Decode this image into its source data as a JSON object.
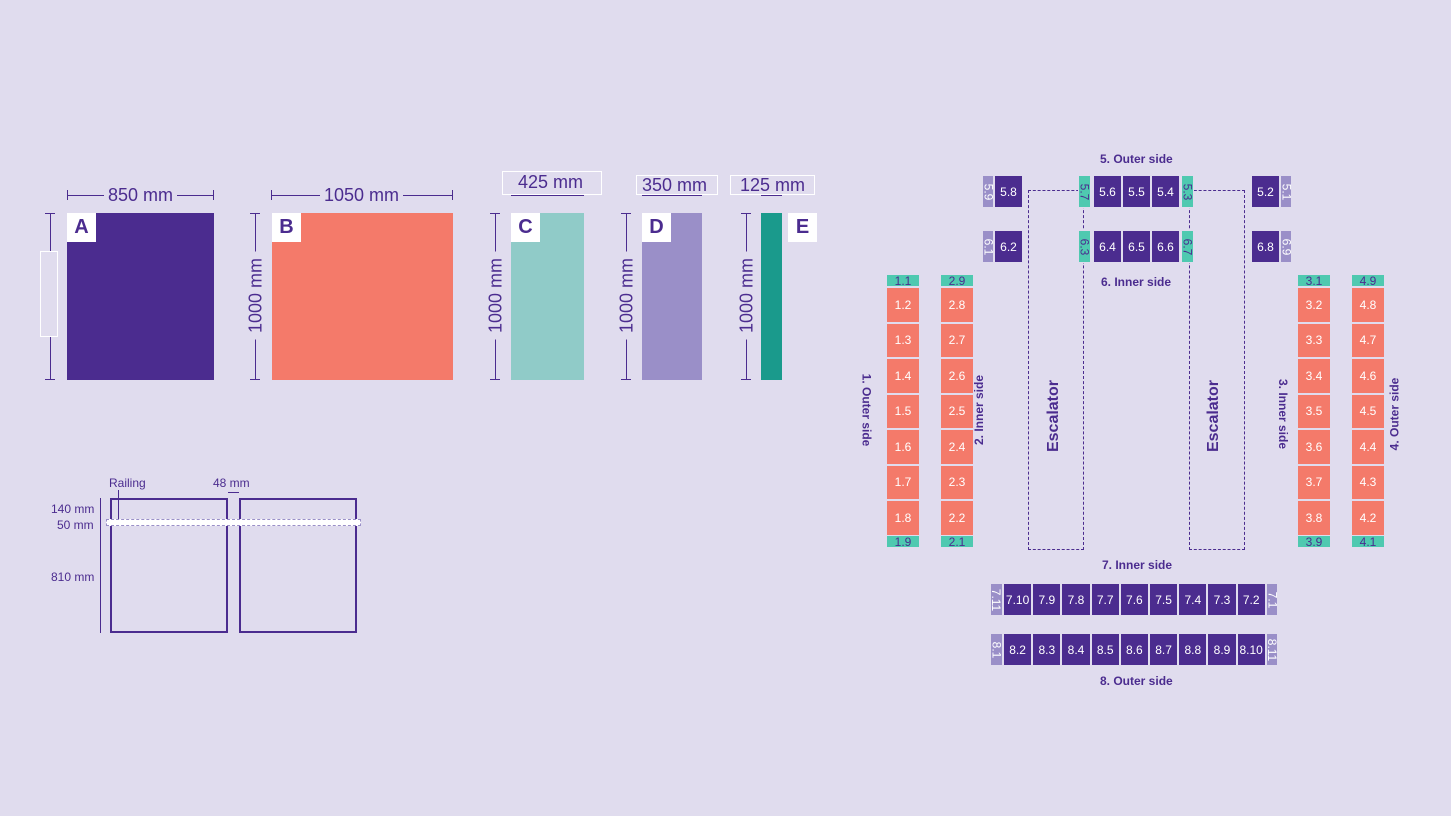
{
  "colors": {
    "background": "#e0dcee",
    "A": "#4b2c8f",
    "B": "#f47a6a",
    "C": "#90cbc8",
    "D": "#9a8fc8",
    "E": "#1a9a8c",
    "mint": "#4fc9b0"
  },
  "panels": {
    "A": {
      "letter": "A",
      "width_label": "850 mm"
    },
    "B": {
      "letter": "B",
      "width_label": "1050 mm",
      "height_label": "1000 mm"
    },
    "C": {
      "letter": "C",
      "width_label": "425 mm",
      "height_label": "1000 mm"
    },
    "D": {
      "letter": "D",
      "width_label": "350 mm",
      "height_label": "1000 mm"
    },
    "E": {
      "letter": "E",
      "width_label": "125 mm",
      "height_label": "1000 mm"
    }
  },
  "railing": {
    "label": "Railing",
    "gap_label": "48 mm",
    "h1": "140 mm",
    "h2": "50 mm",
    "h3": "810 mm"
  },
  "plan": {
    "labels": {
      "s5": "5. Outer side",
      "s6": "6. Inner side",
      "s7": "7. Inner side",
      "s8": "8. Outer side",
      "s1": "1. Outer side",
      "s2": "2. Inner side",
      "s3": "3. Inner side",
      "s4": "4. Outer side",
      "esc1": "Escalator",
      "esc2": "Escalator"
    },
    "row5": [
      "5.9",
      "5.8",
      "5.7",
      "5.6",
      "5.5",
      "5.4",
      "5.3",
      "5.2",
      "5.1"
    ],
    "row6": [
      "6.1",
      "6.2",
      "6.3",
      "6.4",
      "6.5",
      "6.6",
      "6.7",
      "6.8",
      "6.9"
    ],
    "col1": [
      "1.1",
      "1.2",
      "1.3",
      "1.4",
      "1.5",
      "1.6",
      "1.7",
      "1.8",
      "1.9"
    ],
    "col2": [
      "2.9",
      "2.8",
      "2.7",
      "2.6",
      "2.5",
      "2.4",
      "2.3",
      "2.2",
      "2.1"
    ],
    "col3": [
      "3.1",
      "3.2",
      "3.3",
      "3.4",
      "3.5",
      "3.6",
      "3.7",
      "3.8",
      "3.9"
    ],
    "col4": [
      "4.9",
      "4.8",
      "4.7",
      "4.6",
      "4.5",
      "4.4",
      "4.3",
      "4.2",
      "4.1"
    ],
    "row7": [
      "7.11",
      "7.10",
      "7.9",
      "7.8",
      "7.7",
      "7.6",
      "7.5",
      "7.4",
      "7.3",
      "7.2",
      "7.1"
    ],
    "row8": [
      "8.1",
      "8.2",
      "8.3",
      "8.4",
      "8.5",
      "8.6",
      "8.7",
      "8.8",
      "8.9",
      "8.10",
      "8.11"
    ]
  }
}
